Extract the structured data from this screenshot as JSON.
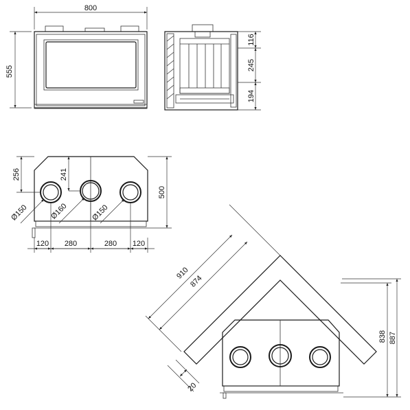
{
  "front_view": {
    "width_dim": "800",
    "height_dim": "555"
  },
  "side_view": {
    "dims": [
      "116",
      "245",
      "194"
    ]
  },
  "top_view": {
    "depth_top": "256",
    "depth_mid": "241",
    "depth_total": "500",
    "dia_left": "Ø150",
    "dia_mid": "Ø160",
    "dia_right": "Ø150",
    "spacing": [
      "120",
      "280",
      "280",
      "120"
    ]
  },
  "corner_view": {
    "outer_len": "910",
    "inner_len": "874",
    "offset": "20",
    "height_inner": "838",
    "height_outer": "887"
  }
}
